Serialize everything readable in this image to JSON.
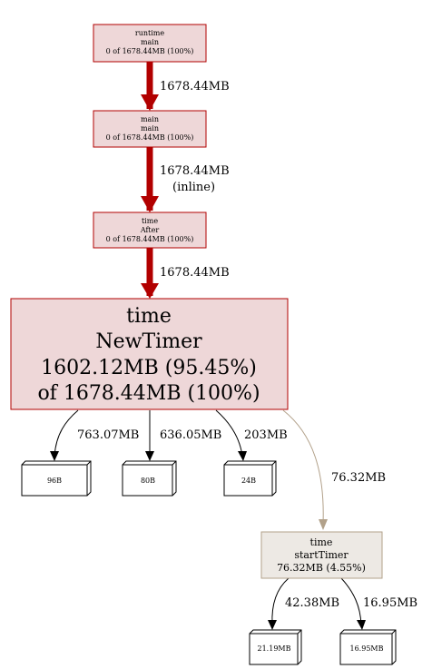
{
  "graph": {
    "nodes": {
      "runtime_main": {
        "lines": [
          "runtime",
          "main",
          "0 of 1678.44MB (100%)"
        ]
      },
      "main_main": {
        "lines": [
          "main",
          "main",
          "0 of 1678.44MB (100%)"
        ]
      },
      "time_after": {
        "lines": [
          "time",
          "After",
          "0 of 1678.44MB (100%)"
        ]
      },
      "time_newtimer": {
        "lines": [
          "time",
          "NewTimer",
          "1602.12MB (95.45%)",
          "of 1678.44MB (100%)"
        ]
      },
      "time_starttimer": {
        "lines": [
          "time",
          "startTimer",
          "76.32MB (4.55%)"
        ]
      },
      "block_96b": {
        "label": "96B"
      },
      "block_80b": {
        "label": "80B"
      },
      "block_24b": {
        "label": "24B"
      },
      "block_21_19mb": {
        "label": "21.19MB"
      },
      "block_16_95mb": {
        "label": "16.95MB"
      }
    },
    "edges": {
      "runtime_to_main": {
        "label": "1678.44MB"
      },
      "main_to_after": {
        "label": "1678.44MB",
        "note": "(inline)"
      },
      "after_to_newtimer": {
        "label": "1678.44MB"
      },
      "newtimer_to_96b": {
        "label": "763.07MB"
      },
      "newtimer_to_80b": {
        "label": "636.05MB"
      },
      "newtimer_to_24b": {
        "label": "203MB"
      },
      "newtimer_to_starttimer": {
        "label": "76.32MB"
      },
      "starttimer_to_21mb": {
        "label": "42.38MB"
      },
      "starttimer_to_16mb": {
        "label": "16.95MB"
      }
    },
    "colors": {
      "hot_fill": "#eed7d8",
      "hot_stroke": "#b20000",
      "hot_edge": "#b20000",
      "cool_fill": "#ede9e4",
      "cool_stroke": "#b2a18a",
      "cool_edge": "#b2a18a",
      "block_fill": "#ffffff",
      "block_stroke": "#000000",
      "default_edge": "#000000"
    }
  }
}
